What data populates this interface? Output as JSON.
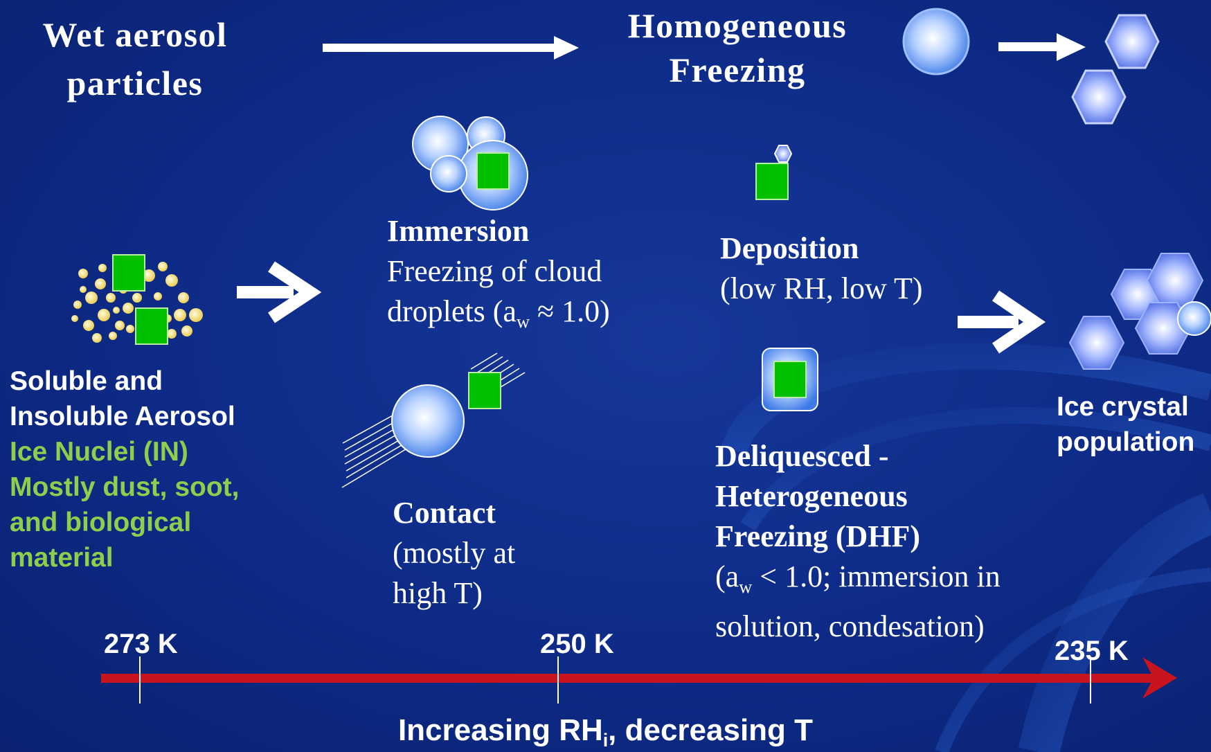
{
  "top": {
    "wet_aerosol": [
      "Wet aerosol",
      "particles"
    ],
    "homogeneous": [
      "Homogeneous",
      "Freezing"
    ]
  },
  "aerosol": {
    "line1": "Soluble and",
    "line2": "Insoluble Aerosol",
    "line3": "Ice Nuclei (IN)",
    "line4": "Mostly dust, soot,",
    "line5": "and biological",
    "line6": "material"
  },
  "immersion": {
    "title": "Immersion",
    "line1": "Freezing of cloud",
    "line2_pre": "droplets (a",
    "line2_sub": "w",
    "line2_post": " ≈ 1.0)"
  },
  "contact": {
    "title": "Contact",
    "line1": "(mostly at",
    "line2": "high T)"
  },
  "deposition": {
    "title": "Deposition",
    "line1": "(low RH, low T)"
  },
  "dhf": {
    "title1": "Deliquesced -",
    "title2": "Heterogeneous",
    "title3": "Freezing (DHF)",
    "line1_pre": "(a",
    "line1_sub": "w",
    "line1_post": " < 1.0; immersion in",
    "line2": "solution, condesation)"
  },
  "ice_population": [
    "Ice crystal",
    "population"
  ],
  "axis": {
    "ticks": [
      "273 K",
      "250 K",
      "235 K"
    ],
    "label_pre": "Increasing RH",
    "label_sub": "i",
    "label_post": ", decreasing T"
  },
  "colors": {
    "background": "#0d2a86",
    "axis_arrow": "#c8141e",
    "in_green": "#8fce4c",
    "nucleus_green": "#00c000"
  }
}
